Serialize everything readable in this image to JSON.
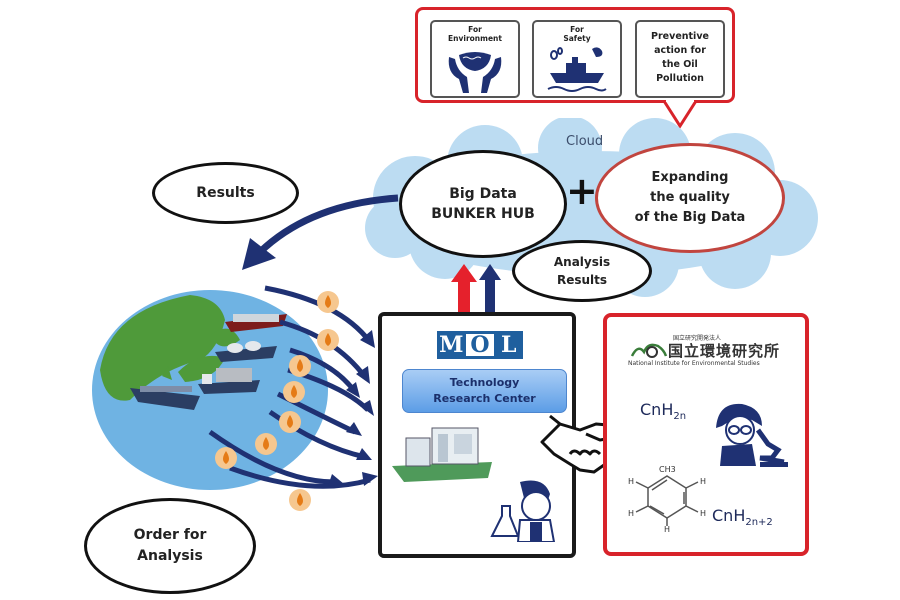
{
  "callout": {
    "tiles": [
      {
        "label": "For\nEnvironment",
        "label_lines": [
          "For",
          "Environment"
        ],
        "icon": "hands-water-icon"
      },
      {
        "label_lines": [
          "For",
          "Safety"
        ],
        "icon": "ship-safety-icon"
      },
      {
        "label_lines": [
          "Preventive",
          "action for",
          "the Oil",
          "Pollution"
        ],
        "icon": null
      }
    ]
  },
  "cloud": {
    "label": "Cloud",
    "hub": {
      "line1": "Big Data",
      "line2": "BUNKER HUB"
    },
    "plus": "+",
    "expanding": {
      "line1": "Expanding",
      "line2": "the quality",
      "line3": "of the Big Data"
    }
  },
  "results_bubble": "Results",
  "analysis_results": {
    "line1": "Analysis",
    "line2": "Results"
  },
  "order_bubble": {
    "line1": "Order for",
    "line2": "Analysis"
  },
  "mol": {
    "logo_letters": [
      "M",
      "O",
      "L"
    ],
    "center": {
      "line1": "Technology",
      "line2": "Research Center"
    }
  },
  "nies": {
    "jp_small": "国立研究開発法人",
    "jp_name": "国立環境研究所",
    "en_name": "National Institute for Environmental Studies",
    "formula1": {
      "base": "CnH",
      "sub": "2n"
    },
    "formula2": {
      "base": "CnH",
      "sub": "2n+2"
    },
    "molecule_label": "CH3"
  },
  "colors": {
    "red": "#d8232a",
    "navy": "#1f3173",
    "cloud": "#bcdcf2",
    "mol_blue": "#1f5f9e",
    "earth_blue": "#6fb3e3",
    "earth_green": "#4f9a3a",
    "droplet": "#f6c78f"
  }
}
